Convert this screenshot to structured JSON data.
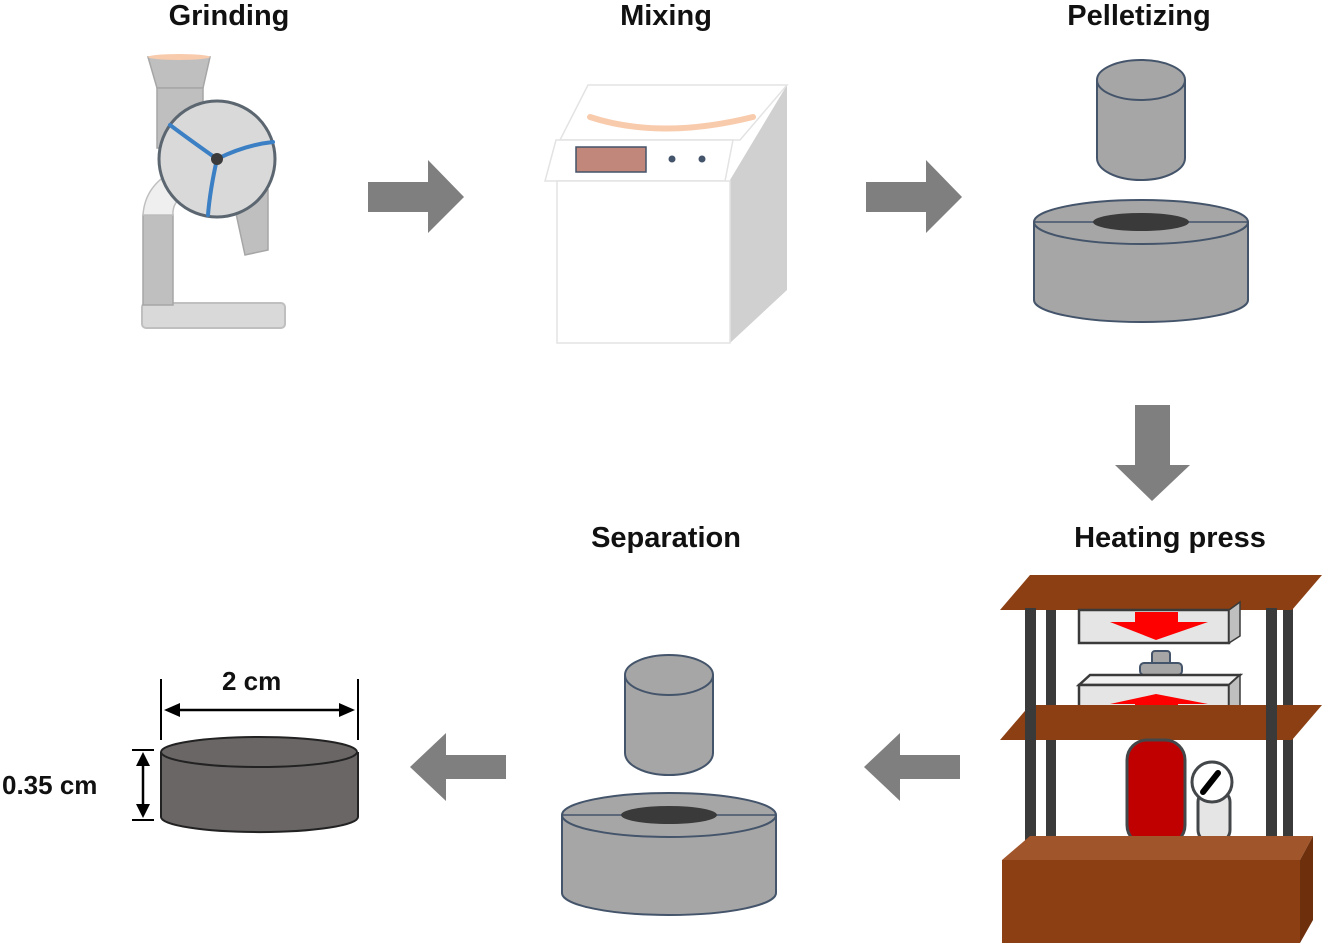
{
  "steps": {
    "grinding": {
      "label": "Grinding"
    },
    "mixing": {
      "label": "Mixing"
    },
    "pelletizing": {
      "label": "Pelletizing"
    },
    "heating_press": {
      "label": "Heating press"
    },
    "separation": {
      "label": "Separation"
    }
  },
  "pellet": {
    "diameter_label": "2 cm",
    "thickness_label": "0.35 cm"
  },
  "flow": [
    "Grinding",
    "Mixing",
    "Pelletizing",
    "Heating press",
    "Separation",
    "Pellet"
  ],
  "colors": {
    "arrow": "#7f7f7f",
    "grinder_blade": "#3b7fc4",
    "mold": "#a6a6a6",
    "mold_outline": "#44546a",
    "press_wood": "#8b3f12",
    "press_pillar": "#3a3a3a",
    "press_red": "#ff0000",
    "cylinder_red": "#c00000",
    "pellet": "#6b6666"
  }
}
